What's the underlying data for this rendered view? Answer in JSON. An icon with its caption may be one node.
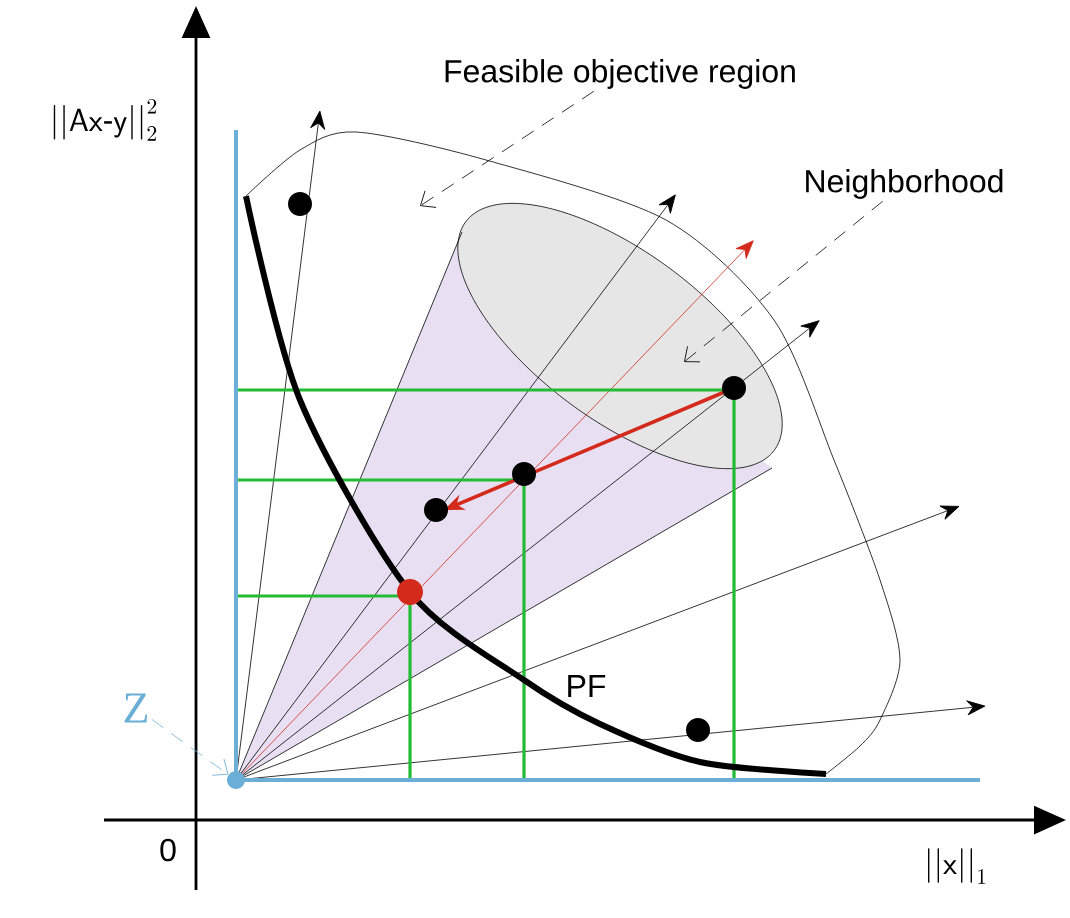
{
  "diagram": {
    "nodes": [
      {
        "text": [
          "Feasible objective region"
        ]
      },
      {
        "text": [
          "Neighborhood"
        ]
      },
      {
        "text": [
          "Z"
        ]
      },
      {
        "text": [],
        "shape": "circle"
      }
    ],
    "edges": [
      {
        "from": 0,
        "to": null,
        "arrow": "to",
        "style": "dashed"
      },
      {
        "from": 1,
        "to": null,
        "arrow": "to",
        "style": "dashed"
      },
      {
        "from": 2,
        "to": 3,
        "arrow": "to",
        "style": "dashed",
        "color": "#6baed6"
      }
    ],
    "labels": [
      "\\mathsf{||Ax\\mbox{-}y||}_{2}^{2}",
      "0",
      "\\mathsf{||x||}_{1}",
      "PF"
    ]
  }
}
